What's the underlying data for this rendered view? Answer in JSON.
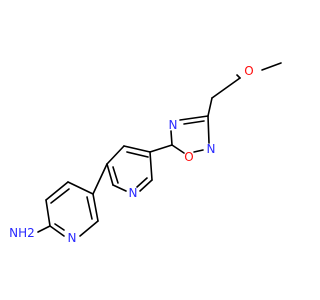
{
  "molecule": {
    "atom_labels": {
      "methoxy_o": "O",
      "oxadiazole_n4": "N",
      "oxadiazole_n2": "N",
      "oxadiazole_o1": "O",
      "pyridine1_n": "N",
      "pyridine2_n": "N",
      "amine": "NH2"
    },
    "colors": {
      "nitrogen": "#2a2aff",
      "oxygen": "#ff0d0d",
      "carbon": "#000000"
    }
  }
}
